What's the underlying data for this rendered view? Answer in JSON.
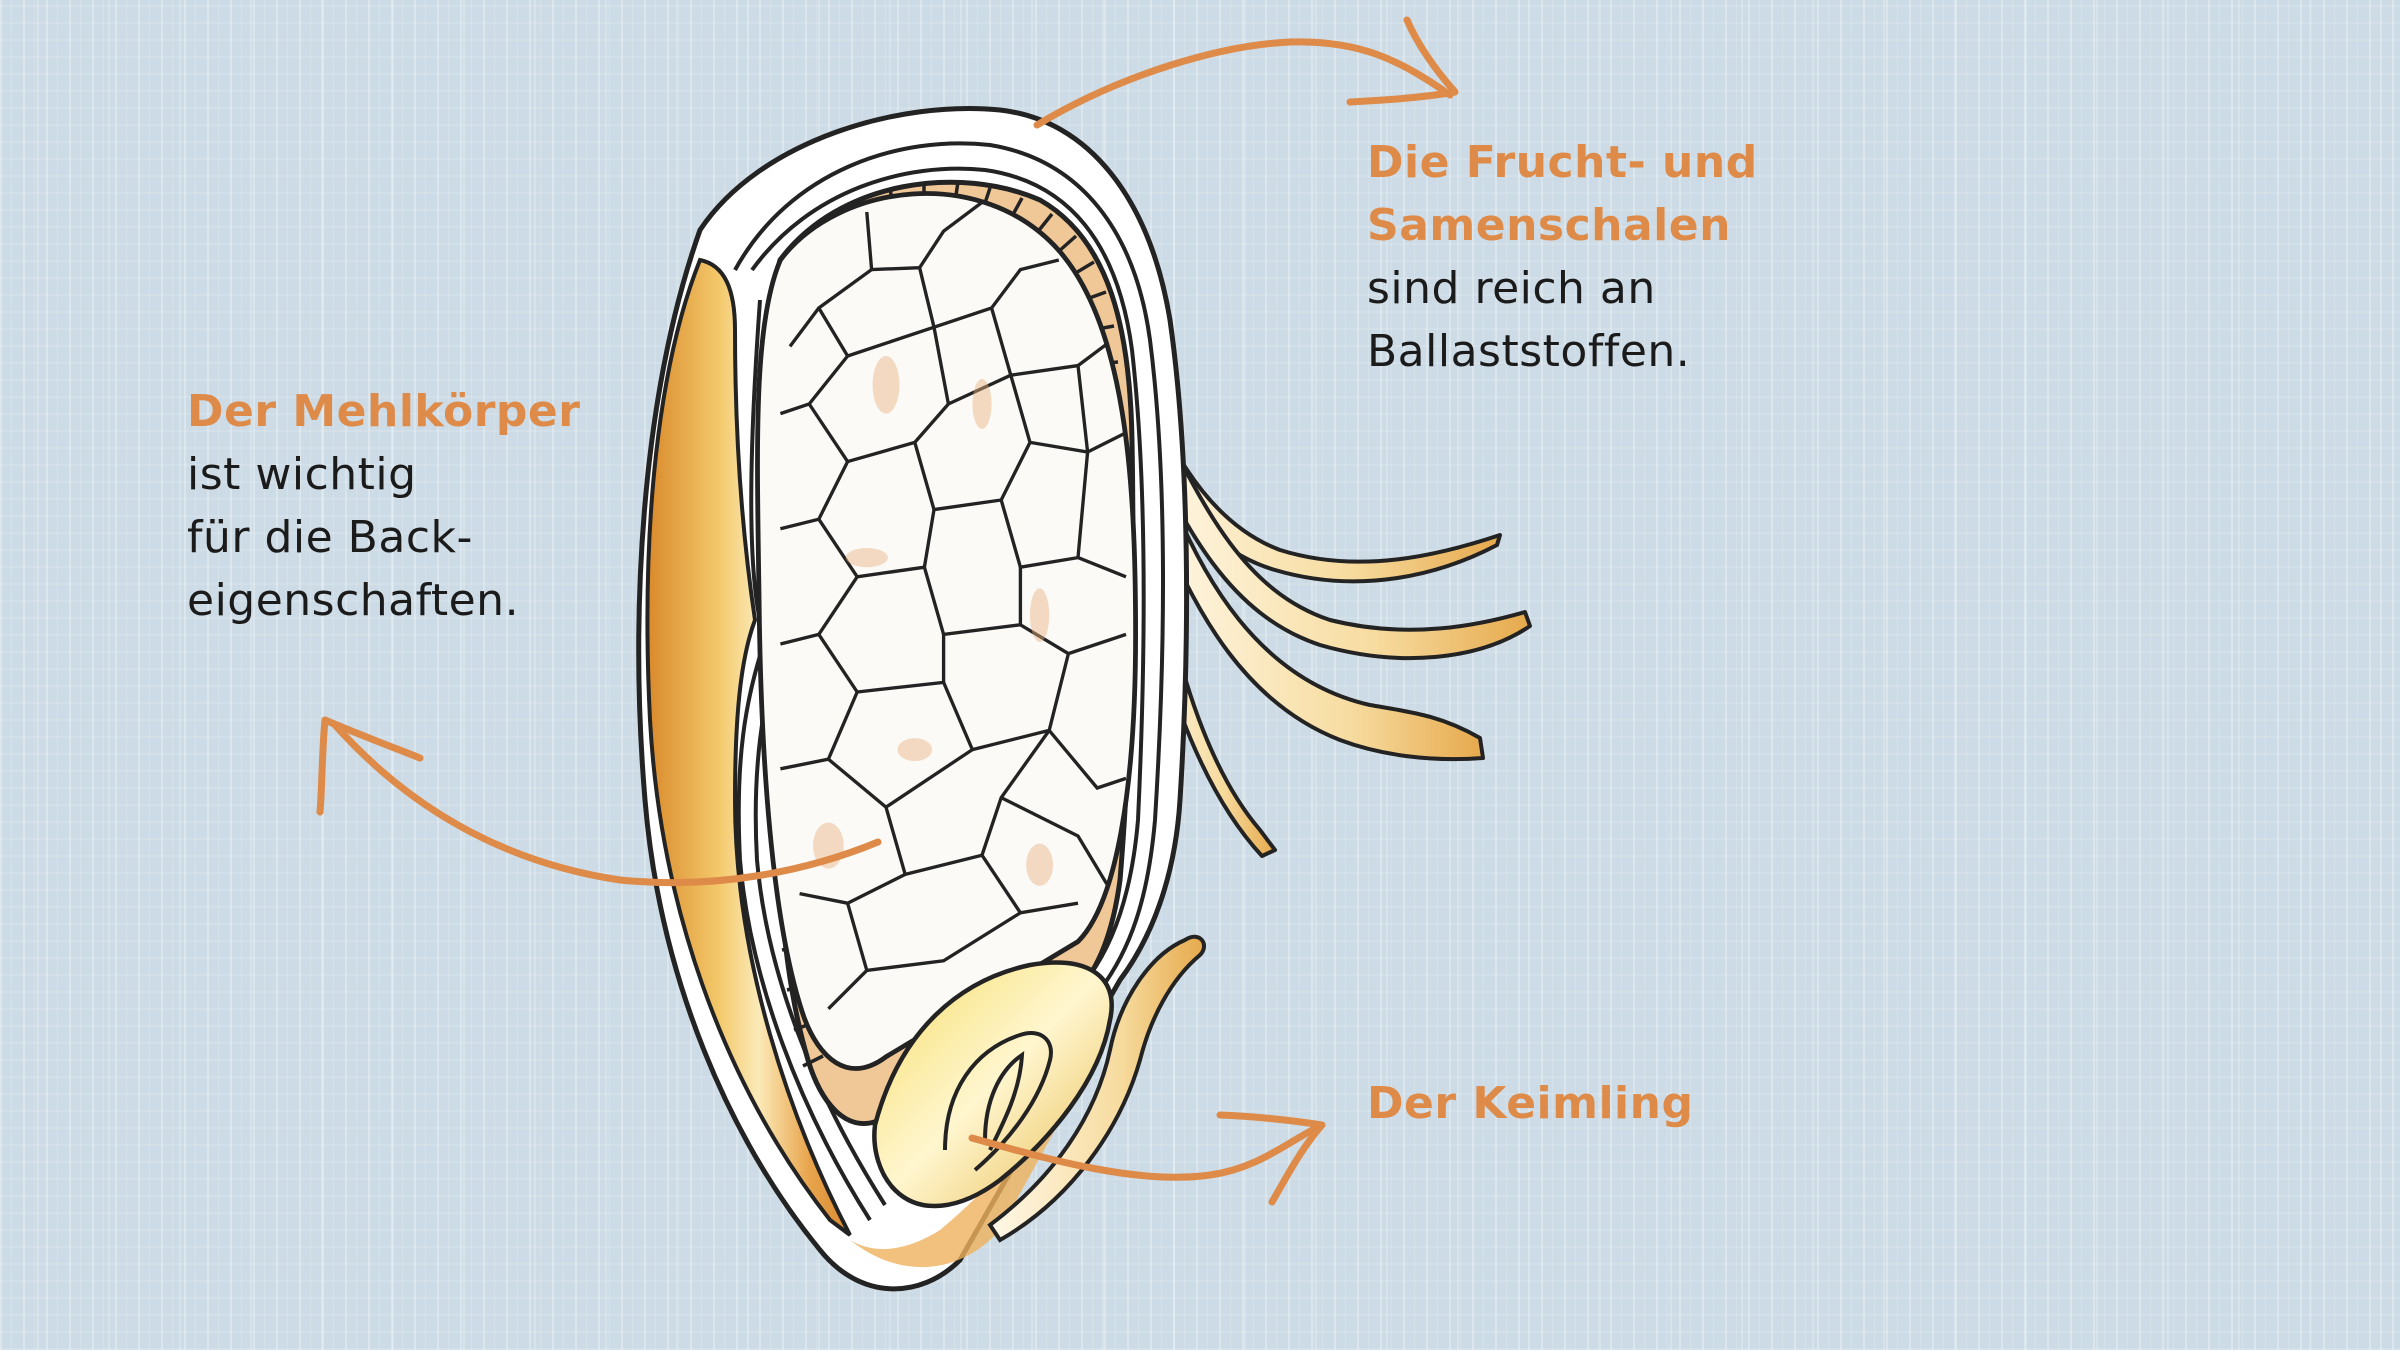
{
  "diagram": {
    "subject": "Getreidekorn (Querschnitt)",
    "colors": {
      "background": "#ccdbe5",
      "accent_orange": "#de8a48",
      "text_dark": "#1b1b1b",
      "outline": "#232323",
      "aleurone_fill": "#f0c898",
      "husk_gold": "#e09a3c",
      "germ_yellow": "#f2d34a"
    },
    "labels": {
      "shells": {
        "title_line1": "Die Frucht- und",
        "title_line2": "Samenschalen",
        "body_line1": "sind reich an",
        "body_line2": "Ballaststoffen."
      },
      "endosperm": {
        "title": "Der Mehlkörper",
        "body_line1": "ist wichtig",
        "body_line2": "für die Back-",
        "body_line3": "eigenschaften."
      },
      "germ": {
        "title": "Der Keimling"
      }
    },
    "arrows": [
      {
        "name": "arrow-to-shells",
        "from": "grain-top",
        "to": "shells-label"
      },
      {
        "name": "arrow-to-endosperm",
        "from": "endosperm-center",
        "to": "endosperm-label"
      },
      {
        "name": "arrow-to-germ",
        "from": "germ",
        "to": "germ-label"
      }
    ]
  }
}
